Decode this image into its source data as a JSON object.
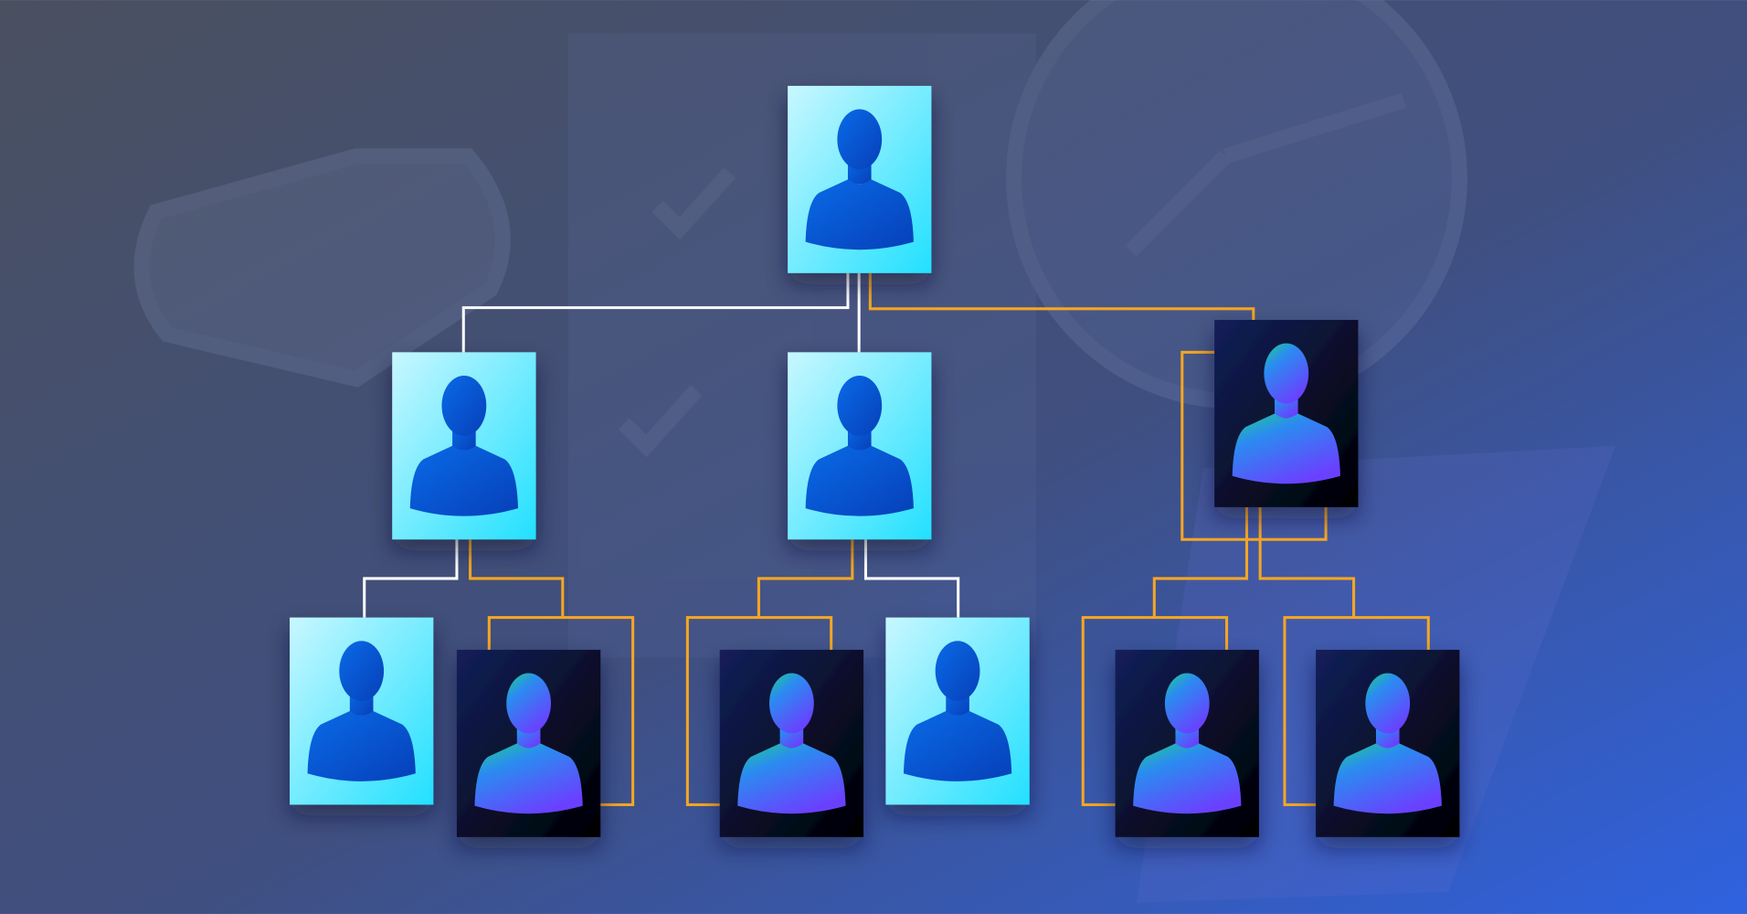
{
  "colors": {
    "background_start": "#4a5060",
    "background_end": "#2f62e0",
    "line_white": "#ffffff",
    "line_orange": "#f5a623",
    "light_card_top": "#c8f7ff",
    "light_card_bottom": "#22e0ff",
    "dark_card_top": "#13205a",
    "dark_card_bottom": "#000000",
    "light_person": "#0a52d6",
    "dark_person_top": "#1fd08a",
    "dark_person_bottom": "#6a40ff"
  },
  "chart_data": {
    "type": "org-chart",
    "nodes": [
      {
        "id": "root",
        "style": "light",
        "parent": null
      },
      {
        "id": "l2-left",
        "style": "light",
        "parent": "root"
      },
      {
        "id": "l2-middle",
        "style": "light",
        "parent": "root"
      },
      {
        "id": "l2-right",
        "style": "dark",
        "parent": "root"
      },
      {
        "id": "l3-1",
        "style": "light",
        "parent": "l2-left"
      },
      {
        "id": "l3-2",
        "style": "dark",
        "parent": "l2-left"
      },
      {
        "id": "l3-3",
        "style": "dark",
        "parent": "l2-middle"
      },
      {
        "id": "l3-4",
        "style": "light",
        "parent": "l2-middle"
      },
      {
        "id": "l3-5",
        "style": "dark",
        "parent": "l2-right"
      },
      {
        "id": "l3-6",
        "style": "dark",
        "parent": "l2-right"
      }
    ]
  }
}
